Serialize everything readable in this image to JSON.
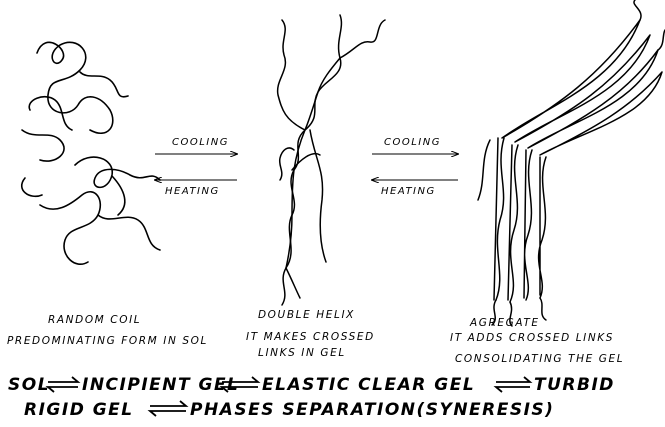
{
  "arrows": {
    "left": {
      "forward": "COOLING",
      "backward": "HEATING"
    },
    "right": {
      "forward": "COOLING",
      "backward": "HEATING"
    }
  },
  "captions": {
    "coil_line1": "RANDOM COIL",
    "coil_line2": "PREDOMINATING FORM IN SOL",
    "helix_line1": "DOUBLE HELIX",
    "helix_line2": "IT MAKES CROSSED",
    "helix_line3": "LINKS IN GEL",
    "agg_line1": "AGREGATE",
    "agg_line2": "IT ADDS CROSSED LINKS",
    "agg_line3": "CONSOLIDATING THE GEL"
  },
  "equations": {
    "row1": [
      "SOL",
      "INCIPIENT GEL",
      "ELASTIC CLEAR GEL",
      "TURBID"
    ],
    "row2": [
      "RIGID GEL",
      "PHASES SEPARATION(SYNERESIS)"
    ]
  }
}
